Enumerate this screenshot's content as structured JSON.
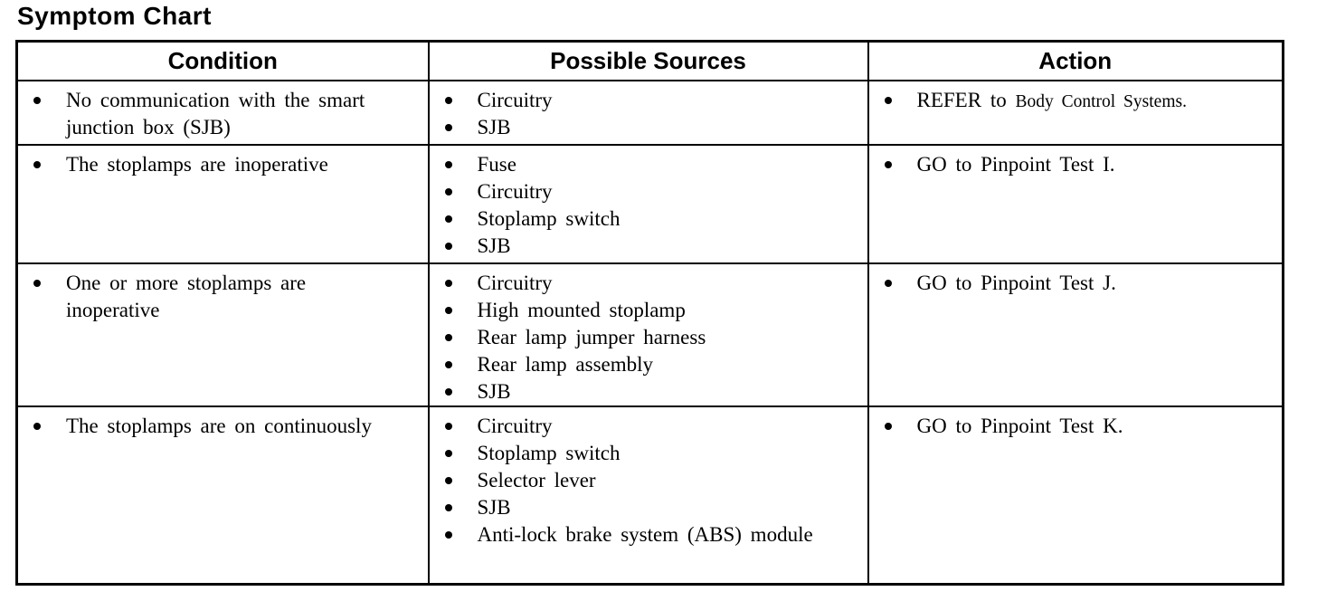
{
  "title": "Symptom Chart",
  "table": {
    "columns": [
      "Condition",
      "Possible Sources",
      "Action"
    ],
    "rows": [
      {
        "condition": "No communication with the smart junction box (SJB)",
        "sources": [
          "Circuitry",
          "SJB"
        ],
        "action": {
          "text": "REFER to ",
          "ref": "Body Control Systems."
        }
      },
      {
        "condition": "The stoplamps are inoperative",
        "sources": [
          "Fuse",
          "Circuitry",
          "Stoplamp switch",
          "SJB"
        ],
        "action": {
          "text": "GO to Pinpoint Test I.",
          "ref": ""
        }
      },
      {
        "condition": "One or more stoplamps are inoperative",
        "sources": [
          "Circuitry",
          "High mounted stoplamp",
          "Rear lamp jumper harness",
          "Rear lamp assembly",
          "SJB"
        ],
        "action": {
          "text": "GO to Pinpoint Test J.",
          "ref": ""
        }
      },
      {
        "condition": "The stoplamps are on continuously",
        "sources": [
          "Circuitry",
          "Stoplamp switch",
          "Selector lever",
          "SJB",
          "Anti-lock brake system (ABS) module"
        ],
        "action": {
          "text": "GO to Pinpoint Test K.",
          "ref": ""
        }
      }
    ]
  }
}
